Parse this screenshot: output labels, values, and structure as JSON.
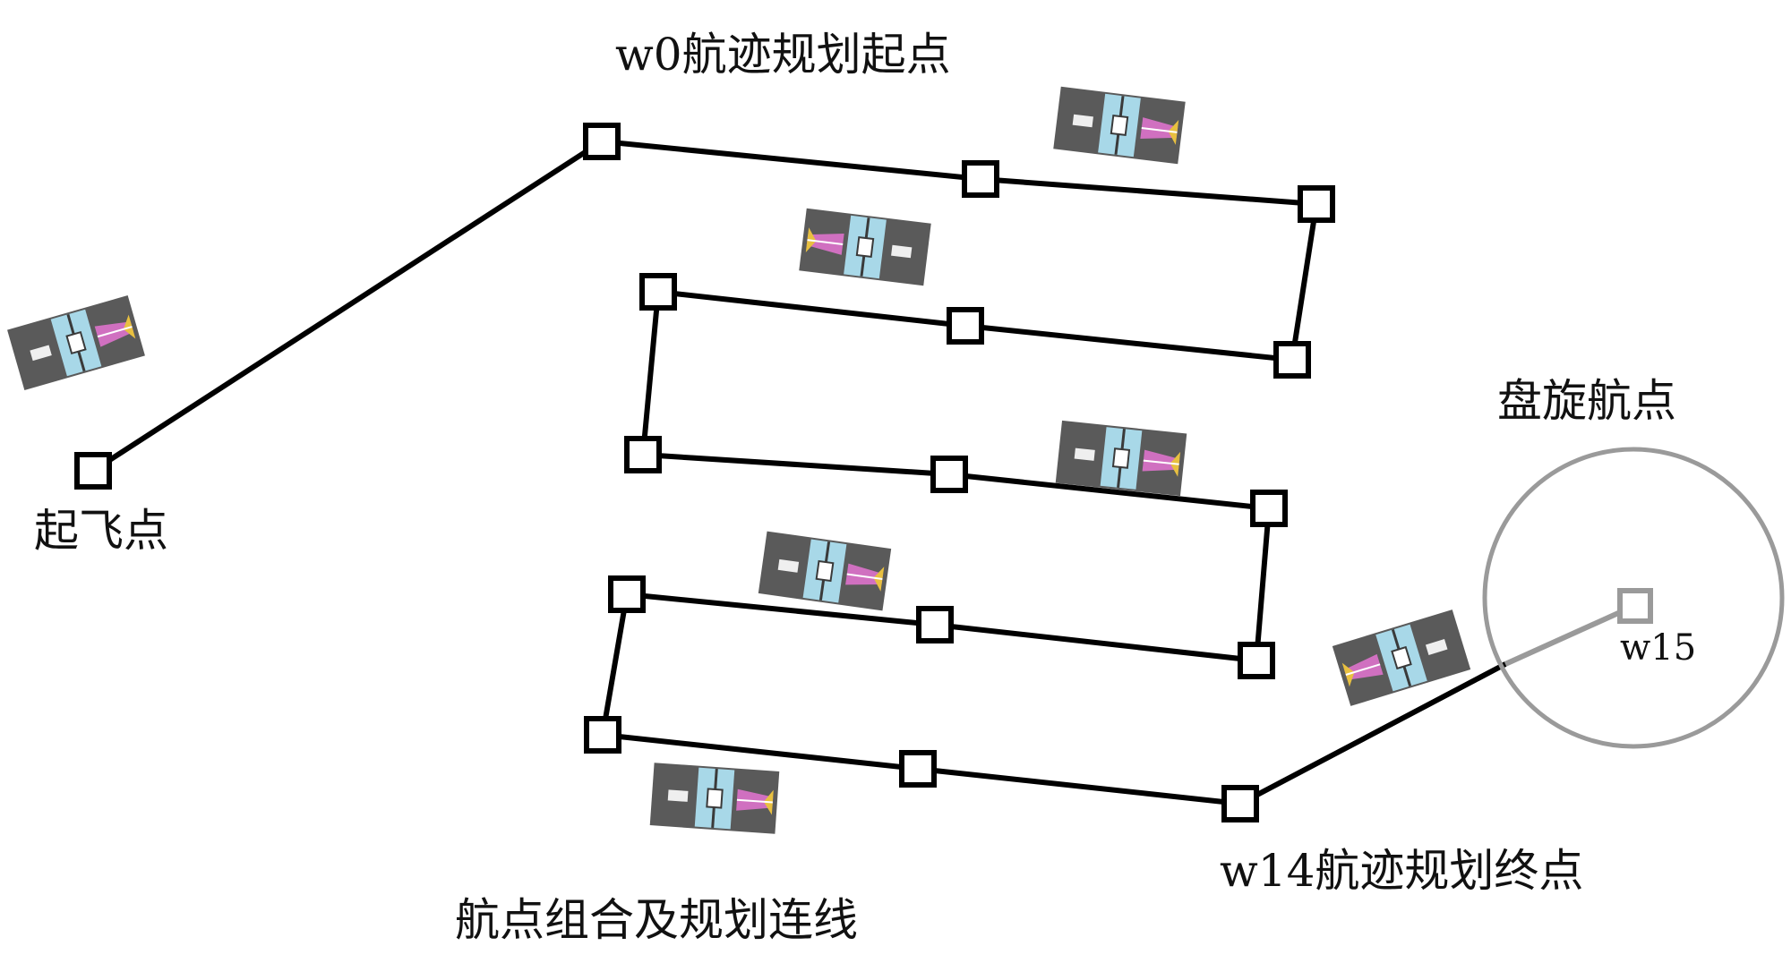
{
  "labels": {
    "start": "w0航迹规划起点",
    "takeoff": "起飞点",
    "loiter": "盘旋航点",
    "end": "w14航迹规划终点",
    "combine": "航点组合及规划连线",
    "loiter_point": "w15"
  },
  "colors": {
    "path": "#000000",
    "loiter": "#9a9a9a",
    "uav_body": "#5a5a5a",
    "uav_panel": "#a8d8e8",
    "uav_accent": "#d070c0",
    "uav_tip": "#e8c040"
  },
  "icons": {
    "waypoint": "square-waypoint-icon",
    "uav": "uav-icon",
    "loiter": "loiter-circle-icon"
  }
}
